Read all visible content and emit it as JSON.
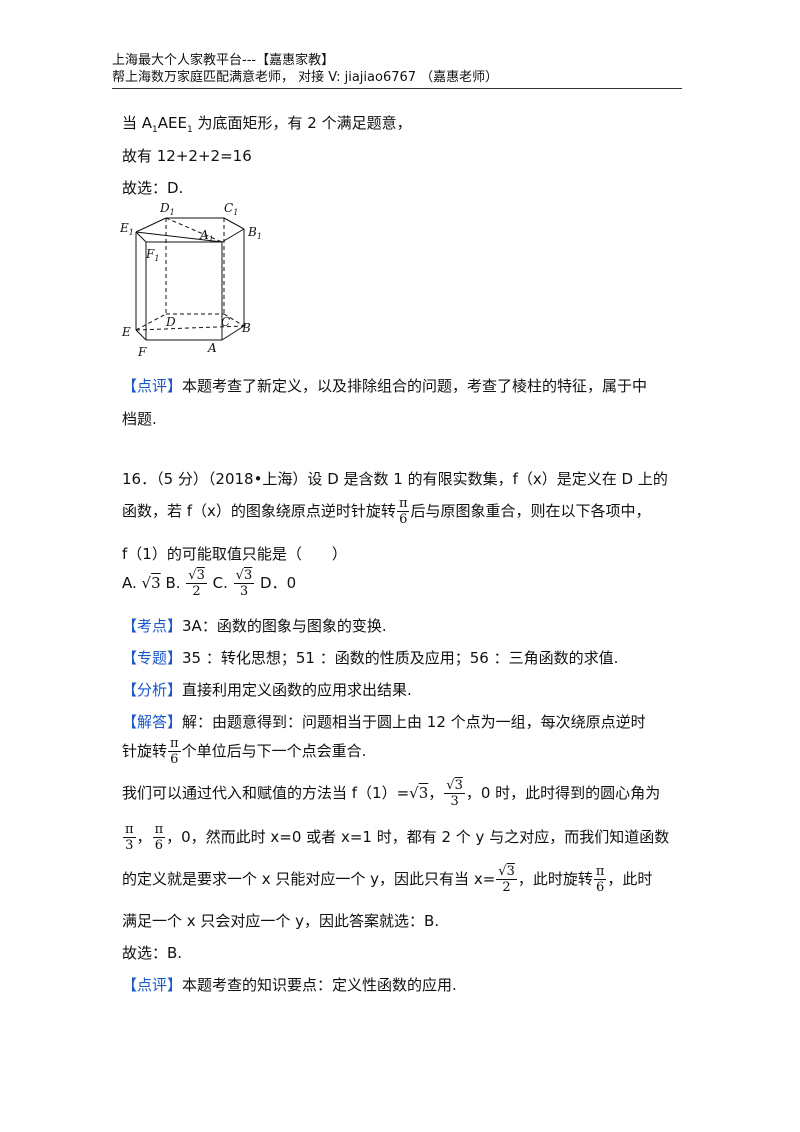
{
  "header": {
    "line1": "上海最大个人家教平台---【嘉惠家教】",
    "line2": "帮上海数万家庭匹配满意老师， 对接 V: jiajiao6767 （嘉惠老师）"
  },
  "prev": {
    "l1_pre": "当 A",
    "l1_sub1": "1",
    "l1_mid": "AEE",
    "l1_sub2": "1",
    "l1_post": " 为底面矩形，有 2 个满足题意，",
    "l2": "故有 12+2+2=16",
    "l3": "故选：D.",
    "figure_labels": {
      "D1": "D",
      "C1": "C",
      "E1": "E",
      "A1": "A",
      "B1": "B",
      "F1": "F",
      "D": "D",
      "C": "C",
      "E": "E",
      "B": "B",
      "F": "F",
      "A": "A",
      "sub": "1"
    },
    "comment_tag": "【点评】",
    "comment_l1": "本题考查了新定义，以及排除组合的问题，考查了棱柱的特征，属于中",
    "comment_l2": "档题."
  },
  "q16": {
    "l1": "16．（5 分）（2018•上海）设 D 是含数 1 的有限实数集，f（x）是定义在 D 上的",
    "l2_pre": "函数，若 f（x）的图象绕原点逆时针旋转",
    "l2_post": "后与原图象重合，则在以下各项中，",
    "pi": "π",
    "six": "6",
    "three": "3",
    "two": "2",
    "sqrt3": "3",
    "l3": "f（1）的可能取值只能是（　　）",
    "optA": "A.",
    "optB": " B.",
    "optC": " C.",
    "optD": " D．0",
    "kaodian_tag": "【考点】",
    "kaodian": "3A：函数的图象与图象的变换.",
    "zhuanti_tag": "【专题】",
    "zhuanti": "35 ：转化思想；51 ：函数的性质及应用；56 ：三角函数的求值.",
    "fenxi_tag": "【分析】",
    "fenxi": "直接利用定义函数的应用求出结果.",
    "jieda_tag": "【解答】",
    "jieda_l1": "解：由题意得到：问题相当于圆上由 12 个点为一组，每次绕原点逆时",
    "jieda_l2_pre": "针旋转",
    "jieda_l2_post": "个单位后与下一个点会重合.",
    "p1_pre": "我们可以通过代入和赋值的方法当 f（1）=",
    "p1_mid": "，",
    "p1_post": "，0 时，此时得到的圆心角为",
    "p2_mid": "，",
    "p2_post": "，0，然而此时 x=0 或者 x=1 时，都有 2 个 y 与之对应，而我们知道函数",
    "p3_pre": "的定义就是要求一个 x 只能对应一个 y，因此只有当 x=",
    "p3_mid": "，此时旋转",
    "p3_post": "，此时",
    "p4": "满足一个 x 只会对应一个 y，因此答案就选：B.",
    "ans": "故选：B.",
    "comment_tag": "【点评】",
    "comment": "本题考查的知识要点：定义性函数的应用."
  }
}
